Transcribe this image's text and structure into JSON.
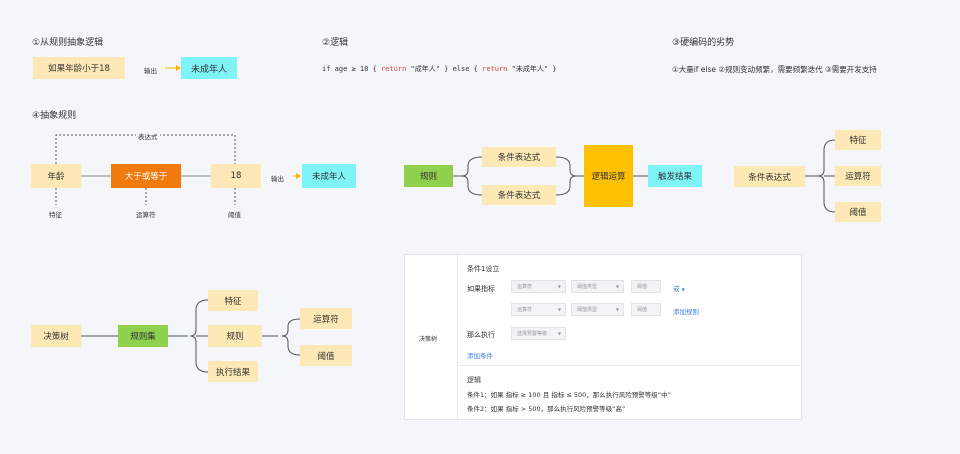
{
  "section1": {
    "title": "①从规则抽象逻辑",
    "input": "如果年龄小于18",
    "arrow": "输出",
    "output": "未成年人"
  },
  "section2": {
    "title": "②逻辑",
    "code": {
      "p1": "if age ≥ 18 { ",
      "k1": "return",
      "p2": " \"成年人\" } else { ",
      "k2": "return",
      "p3": " \"未成年人\" }"
    }
  },
  "section3": {
    "title": "③硬编码的劣势",
    "desc": "①大量if else ②规则变动频繁，需要频繁迭代 ③需要开发支持"
  },
  "section4": {
    "title": "④抽象规则",
    "expr_label": "表达式",
    "age": "年龄",
    "op": "大于或等于",
    "num": "18",
    "arrow": "输出",
    "output": "未成年人",
    "feature": "特征",
    "operator": "运算符",
    "threshold": "阈值"
  },
  "rule_diagram": {
    "rule": "规则",
    "cond1": "条件表达式",
    "cond2": "条件表达式",
    "logic": "逻辑运算",
    "trigger": "触发结果"
  },
  "cond_diagram": {
    "cond": "条件表达式",
    "feature": "特征",
    "operator": "运算符",
    "threshold": "阈值"
  },
  "tree_diagram": {
    "tree": "决策树",
    "ruleset": "规则集",
    "feature": "特征",
    "rule": "规则",
    "result": "执行结果",
    "operator": "运算符",
    "threshold": "阈值"
  },
  "panel": {
    "side_label": "决策树",
    "cond_title": "条件1设立",
    "if_label": "如果指标",
    "row1": {
      "s1": "运算符",
      "s2": "阈值类型",
      "s3": "阈值"
    },
    "or_label": "或",
    "row2": {
      "s1": "运算符",
      "s2": "阈值类型",
      "s3": "阈值"
    },
    "add_rule": "添加规则",
    "then_label": "那么执行",
    "then_select": "选择预警等级",
    "add_cond": "添加条件",
    "logic_title": "逻辑",
    "logic1": "条件1：如果 指标 ≥ 100 且 指标 ≤ 500，那么执行风险预警等级“中”",
    "logic2": "条件2：如果 指标 > 500，那么执行风险预警等级“高”"
  }
}
